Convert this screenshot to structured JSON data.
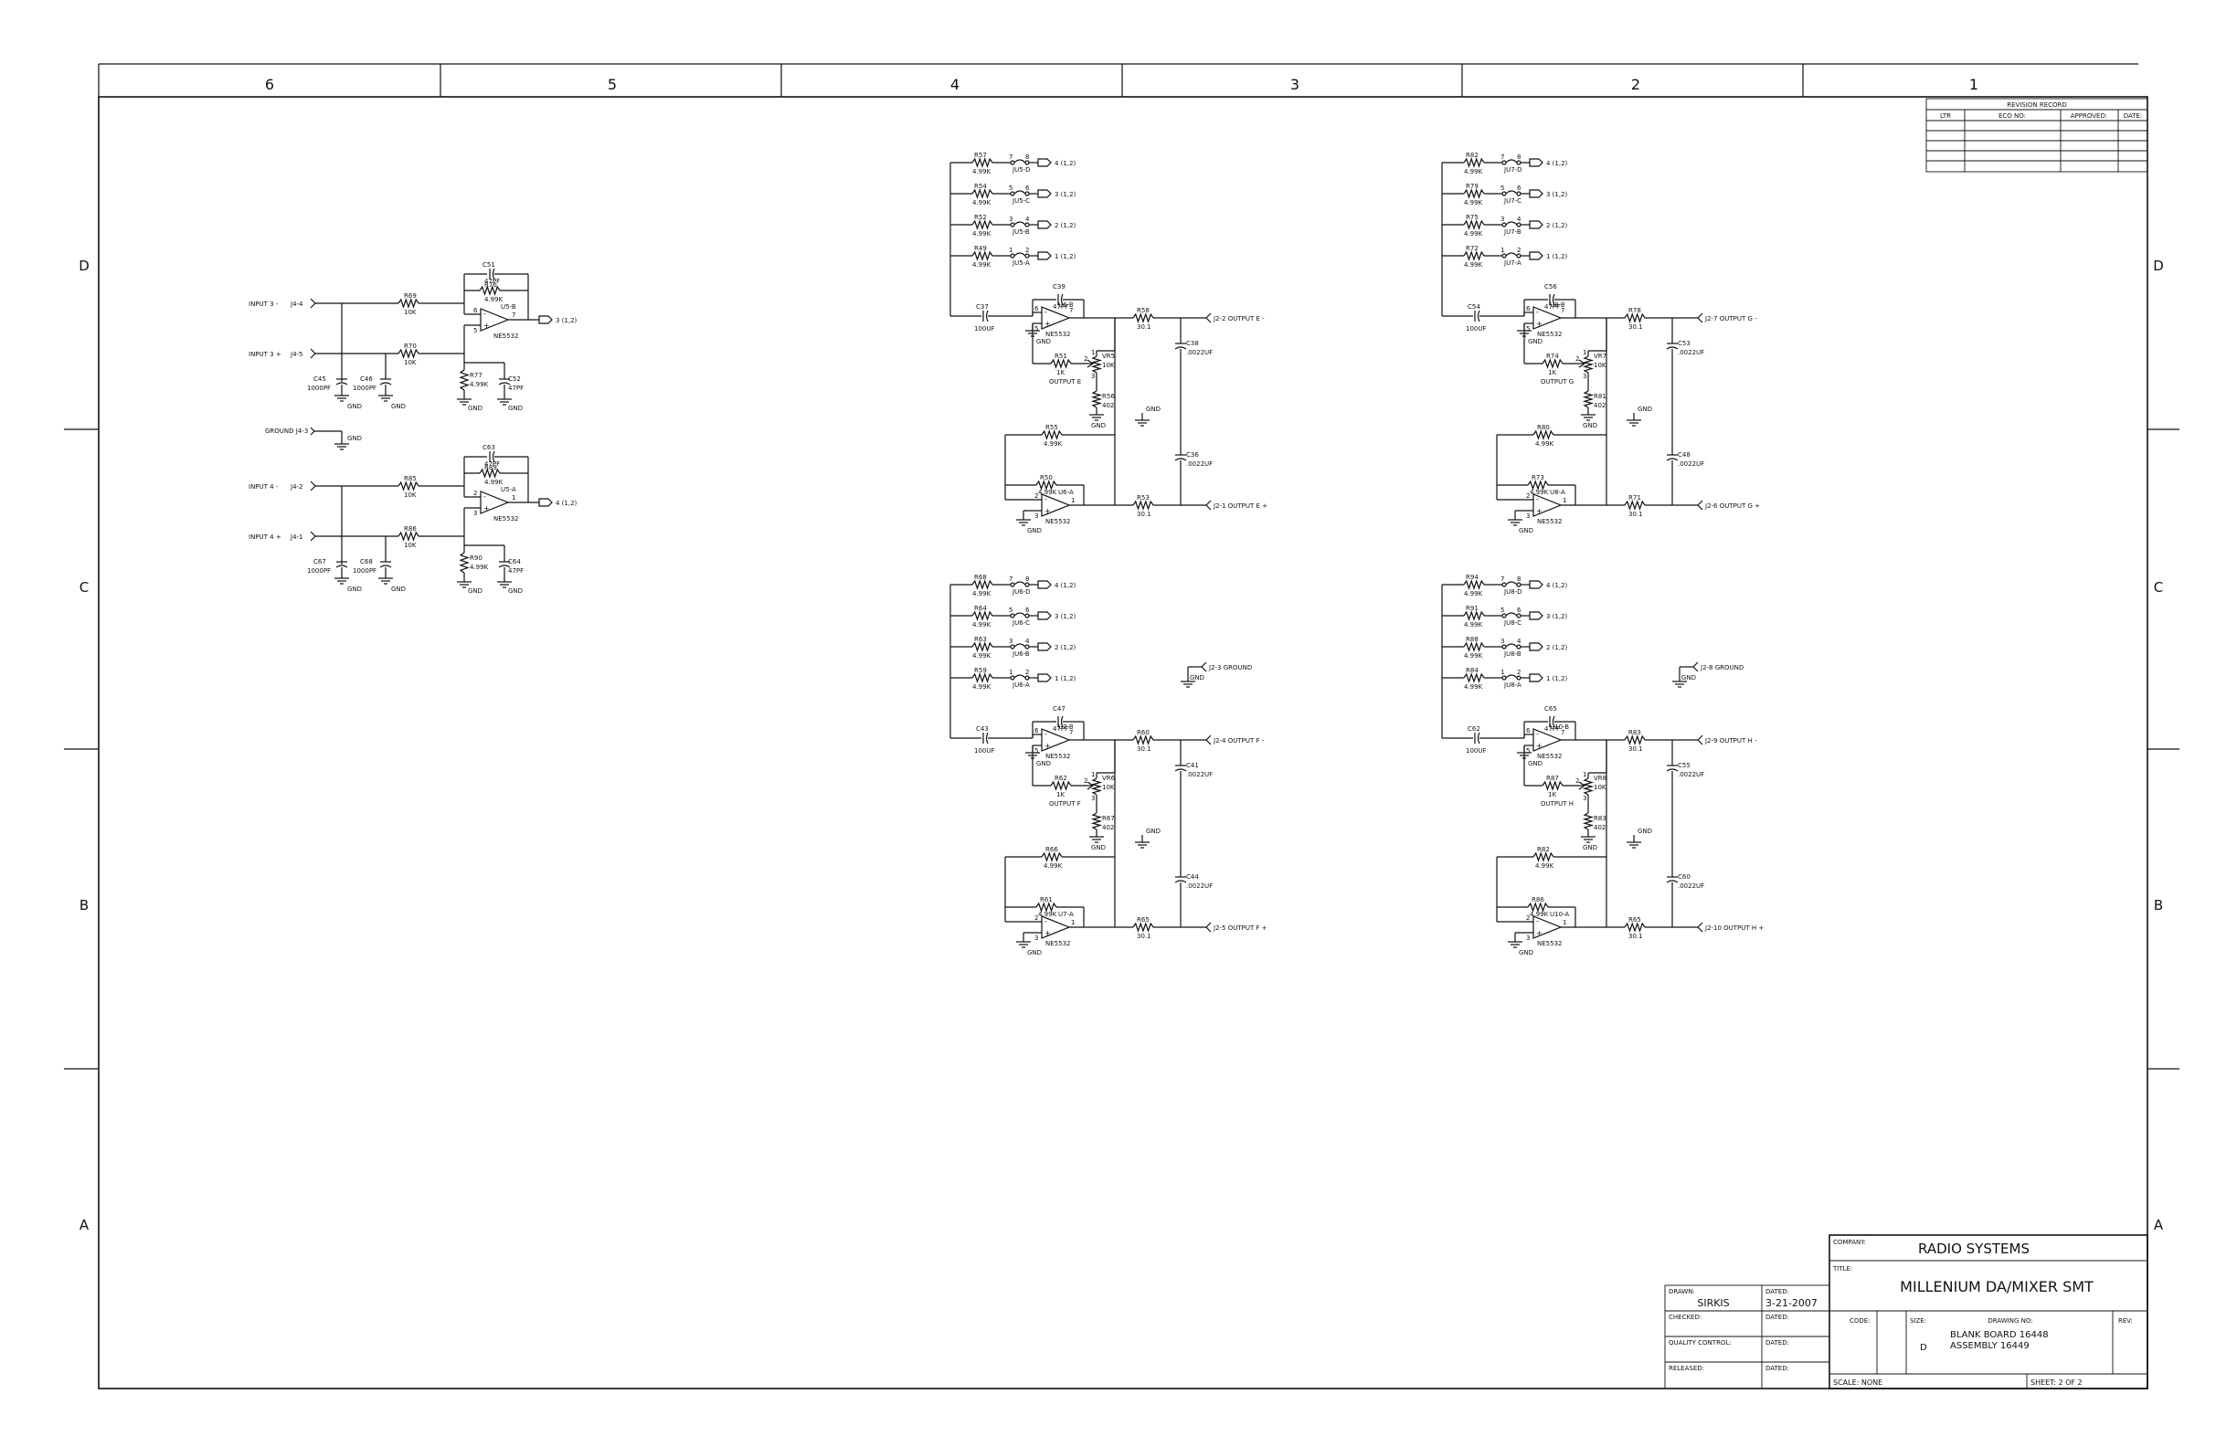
{
  "drawing": {
    "zone_columns": [
      "6",
      "5",
      "4",
      "3",
      "2",
      "1"
    ],
    "zone_rows": [
      "D",
      "C",
      "B",
      "A"
    ]
  },
  "revision_record": {
    "title": "REVISION RECORD",
    "headers": [
      "LTR",
      "ECO NO:",
      "APPROVED:",
      "DATE:"
    ]
  },
  "input_channels": [
    {
      "neg_label": "INPUT 3 -",
      "neg_pin": "J4-4",
      "pos_label": "INPUT 3 +",
      "pos_pin": "J4-5",
      "r_in_neg": "R69",
      "r_in_neg_val": "10K",
      "r_in_pos": "R70",
      "r_in_pos_val": "10K",
      "cf": "C51",
      "cf_val": "47PF",
      "rf": "R76",
      "rf_val": "4.99K",
      "opamp": "U5-B",
      "opamp_type": "NE5532",
      "pin_neg": "6",
      "pin_pos": "5",
      "pin_out": "7",
      "out_label": "3 (1,2)",
      "c_neg": "C45",
      "c_neg_val": "1000PF",
      "c_pos": "C46",
      "c_pos_val": "1000PF",
      "r_gnd": "R77",
      "r_gnd_val": "4.99K",
      "c_gnd": "C52",
      "c_gnd_val": "47PF",
      "gnd": "GND"
    },
    {
      "neg_label": "INPUT 4 -",
      "neg_pin": "J4-2",
      "pos_label": "INPUT 4 +",
      "pos_pin": "J4-1",
      "r_in_neg": "R85",
      "r_in_neg_val": "10K",
      "r_in_pos": "R86",
      "r_in_pos_val": "10K",
      "cf": "C63",
      "cf_val": "47PF",
      "rf": "R89",
      "rf_val": "4.99K",
      "opamp": "U5-A",
      "opamp_type": "NE5532",
      "pin_neg": "2",
      "pin_pos": "3",
      "pin_out": "1",
      "out_label": "4 (1,2)",
      "c_neg": "C67",
      "c_neg_val": "1000PF",
      "c_pos": "C68",
      "c_pos_val": "1000PF",
      "r_gnd": "R90",
      "r_gnd_val": "4.99K",
      "c_gnd": "C64",
      "c_gnd_val": "47PF",
      "gnd": "GND"
    }
  ],
  "ground_input": {
    "label": "GROUND J4-3",
    "gnd": "GND"
  },
  "output_blocks": [
    {
      "id": "E",
      "mix": [
        {
          "res": "R57",
          "val": "4.99K",
          "jumper": "JU5-D",
          "pins": [
            "7",
            "8"
          ],
          "bus": "4 (1,2)"
        },
        {
          "res": "R54",
          "val": "4.99K",
          "jumper": "JU5-C",
          "pins": [
            "5",
            "6"
          ],
          "bus": "3 (1,2)"
        },
        {
          "res": "R52",
          "val": "4.99K",
          "jumper": "JU5-B",
          "pins": [
            "3",
            "4"
          ],
          "bus": "2 (1,2)"
        },
        {
          "res": "R49",
          "val": "4.99K",
          "jumper": "JU5-A",
          "pins": [
            "1",
            "2"
          ],
          "bus": "1 (1,2)"
        }
      ],
      "c_in": "C37",
      "c_in_val": "100UF",
      "cf": "C39",
      "cf_val": "47PF",
      "opamp_b": "U6-B",
      "opamp_a": "U6-A",
      "opamp_type": "NE5532",
      "pin_b_neg": "6",
      "pin_b_pos": "5",
      "pin_b_out": "7",
      "pin_a_neg": "2",
      "pin_a_pos": "3",
      "pin_a_out": "1",
      "r_pot": "R51",
      "r_pot_val": "1K",
      "vr": "VR5",
      "vr_val": "10K",
      "vr_pins": [
        "1",
        "2",
        "3"
      ],
      "out_name": "OUTPUT E",
      "r_pad": "R56",
      "r_pad_val": "402",
      "r_out_neg": "R58",
      "r_out_neg_val": "30.1",
      "r_out_pos": "R53",
      "r_out_pos_val": "30.1",
      "c_neg": "C38",
      "c_neg_val": ".0022UF",
      "c_pos": "C36",
      "c_pos_val": ".0022UF",
      "r_inv1": "R55",
      "r_inv1_val": "4.99K",
      "r_inv2": "R50",
      "r_inv2_val": "4.99K",
      "out_neg": "J2-2  OUTPUT E -",
      "out_pos": "J2-1  OUTPUT E +",
      "gnd": "GND",
      "ground_label": ""
    },
    {
      "id": "G",
      "mix": [
        {
          "res": "R82",
          "val": "4.99K",
          "jumper": "JU7-D",
          "pins": [
            "7",
            "8"
          ],
          "bus": "4 (1,2)"
        },
        {
          "res": "R79",
          "val": "4.99K",
          "jumper": "JU7-C",
          "pins": [
            "5",
            "6"
          ],
          "bus": "3 (1,2)"
        },
        {
          "res": "R75",
          "val": "4.99K",
          "jumper": "JU7-B",
          "pins": [
            "3",
            "4"
          ],
          "bus": "2 (1,2)"
        },
        {
          "res": "R72",
          "val": "4.99K",
          "jumper": "JU7-A",
          "pins": [
            "1",
            "2"
          ],
          "bus": "1 (1,2)"
        }
      ],
      "c_in": "C54",
      "c_in_val": "100UF",
      "cf": "C56",
      "cf_val": "47PF",
      "opamp_b": "U8-B",
      "opamp_a": "U8-A",
      "opamp_type": "NE5532",
      "pin_b_neg": "6",
      "pin_b_pos": "5",
      "pin_b_out": "7",
      "pin_a_neg": "2",
      "pin_a_pos": "3",
      "pin_a_out": "1",
      "r_pot": "R74",
      "r_pot_val": "1K",
      "vr": "VR7",
      "vr_val": "10K",
      "vr_pins": [
        "1",
        "2",
        "3"
      ],
      "out_name": "OUTPUT G",
      "r_pad": "R81",
      "r_pad_val": "402",
      "r_out_neg": "R78",
      "r_out_neg_val": "30.1",
      "r_out_pos": "R71",
      "r_out_pos_val": "30.1",
      "c_neg": "C53",
      "c_neg_val": ".0022UF",
      "c_pos": "C48",
      "c_pos_val": ".0022UF",
      "r_inv1": "R80",
      "r_inv1_val": "4.99K",
      "r_inv2": "R73",
      "r_inv2_val": "4.99K",
      "out_neg": "J2-7  OUTPUT G -",
      "out_pos": "J2-6  OUTPUT G +",
      "gnd": "GND",
      "ground_label": ""
    },
    {
      "id": "F",
      "mix": [
        {
          "res": "R68",
          "val": "4.99K",
          "jumper": "JU6-D",
          "pins": [
            "7",
            "8"
          ],
          "bus": "4 (1,2)"
        },
        {
          "res": "R64",
          "val": "4.99K",
          "jumper": "JU6-C",
          "pins": [
            "5",
            "6"
          ],
          "bus": "3 (1,2)"
        },
        {
          "res": "R63",
          "val": "4.99K",
          "jumper": "JU6-B",
          "pins": [
            "3",
            "4"
          ],
          "bus": "2 (1,2)"
        },
        {
          "res": "R59",
          "val": "4.99K",
          "jumper": "JU6-A",
          "pins": [
            "1",
            "2"
          ],
          "bus": "1 (1,2)"
        }
      ],
      "c_in": "C43",
      "c_in_val": "100UF",
      "cf": "C47",
      "cf_val": "47PF",
      "opamp_b": "U7-B",
      "opamp_a": "U7-A",
      "opamp_type": "NE5532",
      "pin_b_neg": "6",
      "pin_b_pos": "5",
      "pin_b_out": "7",
      "pin_a_neg": "2",
      "pin_a_pos": "3",
      "pin_a_out": "1",
      "r_pot": "R62",
      "r_pot_val": "1K",
      "vr": "VR6",
      "vr_val": "10K",
      "vr_pins": [
        "1",
        "2",
        "3"
      ],
      "out_name": "OUTPUT F",
      "r_pad": "R67",
      "r_pad_val": "402",
      "r_out_neg": "R60",
      "r_out_neg_val": "30.1",
      "r_out_pos": "R65",
      "r_out_pos_val": "30.1",
      "c_neg": "C41",
      "c_neg_val": ".0022UF",
      "c_pos": "C44",
      "c_pos_val": ".0022UF",
      "r_inv1": "R66",
      "r_inv1_val": "4.99K",
      "r_inv2": "R61",
      "r_inv2_val": "4.99K",
      "out_neg": "J2-4  OUTPUT F -",
      "out_pos": "J2-5  OUTPUT F +",
      "gnd": "GND",
      "ground_label": "J2-3  GROUND"
    },
    {
      "id": "H",
      "mix": [
        {
          "res": "R94",
          "val": "4.99K",
          "jumper": "JU8-D",
          "pins": [
            "7",
            "8"
          ],
          "bus": "4 (1,2)"
        },
        {
          "res": "R91",
          "val": "4.99K",
          "jumper": "JU8-C",
          "pins": [
            "5",
            "6"
          ],
          "bus": "3 (1,2)"
        },
        {
          "res": "R88",
          "val": "4.99K",
          "jumper": "JU8-B",
          "pins": [
            "3",
            "4"
          ],
          "bus": "2 (1,2)"
        },
        {
          "res": "R84",
          "val": "4.99K",
          "jumper": "JU8-A",
          "pins": [
            "1",
            "2"
          ],
          "bus": "1 (1,2)"
        }
      ],
      "c_in": "C62",
      "c_in_val": "100UF",
      "cf": "C65",
      "cf_val": "47PF",
      "opamp_b": "U10-B",
      "opamp_a": "U10-A",
      "opamp_type": "NE5532",
      "pin_b_neg": "6",
      "pin_b_pos": "5",
      "pin_b_out": "7",
      "pin_a_neg": "2",
      "pin_a_pos": "3",
      "pin_a_out": "1",
      "r_pot": "R87",
      "r_pot_val": "1K",
      "vr": "VR8",
      "vr_val": "10K",
      "vr_pins": [
        "1",
        "2",
        "3"
      ],
      "out_name": "OUTPUT H",
      "r_pad": "R83",
      "r_pad_val": "402",
      "r_out_neg": "R83",
      "r_out_neg_val": "30.1",
      "r_out_pos": "R65",
      "r_out_pos_val": "30.1",
      "c_neg": "C55",
      "c_neg_val": ".0022UF",
      "c_pos": "C60",
      "c_pos_val": ".0022UF",
      "r_inv1": "R82",
      "r_inv1_val": "4.99K",
      "r_inv2": "R86",
      "r_inv2_val": "4.99K",
      "out_neg": "J2-9  OUTPUT H -",
      "out_pos": "J2-10  OUTPUT H +",
      "gnd": "GND",
      "ground_label": "J2-8  GROUND"
    }
  ],
  "title_block": {
    "company_label": "COMPANY:",
    "company": "RADIO SYSTEMS",
    "title_label": "TITLE:",
    "title": "MILLENIUM DA/MIXER SMT",
    "drawn_label": "DRAWN:",
    "drawn": "SIRKIS",
    "dated_label": "DATED:",
    "drawn_date": "3-21-2007",
    "checked_label": "CHECKED:",
    "quality_label": "QUALITY CONTROL:",
    "released_label": "RELEASED:",
    "code_label": "CODE:",
    "size_label": "SIZE:",
    "size": "D",
    "drawing_no_label": "DRAWING NO:",
    "drawing_no_line1": "BLANK BOARD 16448",
    "drawing_no_line2": "ASSEMBLY 16449",
    "rev_label": "REV:",
    "scale": "SCALE: NONE",
    "sheet": "SHEET: 2   OF  2"
  }
}
